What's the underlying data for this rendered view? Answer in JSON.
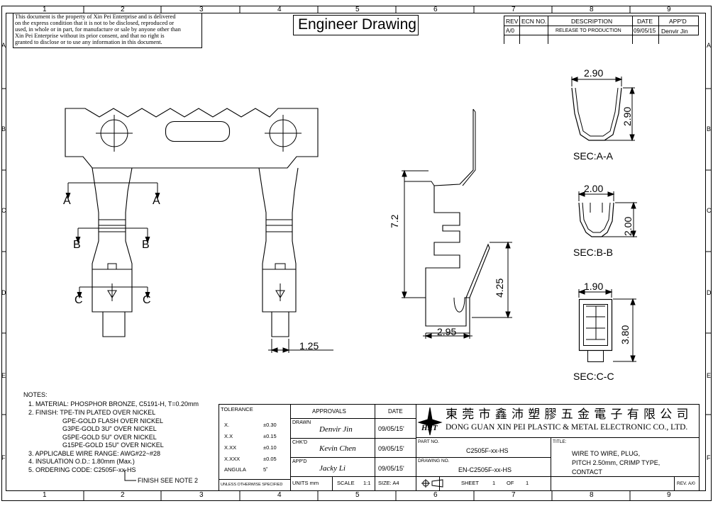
{
  "frame": {
    "col_top": [
      "1",
      "2",
      "3",
      "4",
      "5",
      "6",
      "7",
      "8",
      "9"
    ],
    "col_bottom": [
      "1",
      "2",
      "3",
      "4",
      "5",
      "6",
      "7",
      "8",
      "9"
    ],
    "rows_left": [
      "A",
      "B",
      "C",
      "D",
      "E",
      "F"
    ],
    "rows_right": [
      "A",
      "B",
      "C",
      "D",
      "E",
      "F"
    ]
  },
  "notice": {
    "lines": [
      "This document is the property of Xin Pei Enterprise and is delivered",
      "on the express condition that it is not to be disclosed, reproduced or",
      "used, in whole or in part, for manufacture or sale by anyone other than",
      "Xin Pei Enterprise without its prior consent, and that no right is",
      "granted to disclose or to use any information in this document."
    ]
  },
  "header": {
    "title": "Engineer Drawing"
  },
  "revision": {
    "headers": [
      "REV",
      "ECN NO.",
      "DESCRIPTION",
      "DATE",
      "APP'D"
    ],
    "row": [
      "A/0",
      "",
      "RELEASE TO PRODUCTION",
      "09/05/15",
      "Denvir Jin"
    ]
  },
  "views": {
    "front_labels": {
      "a1": "A",
      "a2": "A",
      "b1": "B",
      "b2": "B",
      "c1": "C",
      "c2": "C"
    },
    "dims": {
      "width_bottom": "1.25",
      "height_side": "7.2",
      "height_tab": "4.25",
      "width_side": "2.95"
    },
    "sections": [
      {
        "label": "SEC:A-A",
        "w": "2.90",
        "h": "2.90"
      },
      {
        "label": "SEC:B-B",
        "w": "2.00",
        "h": "2.00"
      },
      {
        "label": "SEC:C-C",
        "w": "1.90",
        "h": "3.80"
      }
    ]
  },
  "notes": {
    "heading": "NOTES:",
    "lines": [
      "1. MATERIAL: PHOSPHOR BRONZE, C5191-H, T=0.20mm",
      "2. FINISH: TPE-TIN PLATED OVER NICKEL",
      "GPE-GOLD FLASH OVER NICKEL",
      "G3PE-GOLD 3U\" OVER NICKEL",
      "G5PE-GOLD 5U\" OVER NICKEL",
      "G15PE-GOLD 15U\" OVER NICKEL",
      "3. APPLICABLE WIRE RANGE: AWG#22~#28",
      "4. INSULATION O.D.: 1.80mm (Max.)",
      "5. ORDERING CODE: C2505F-xx-HS"
    ],
    "finish_note": "FINISH SEE NOTE 2"
  },
  "tolerance": {
    "heading": "TOLERANCE",
    "rows": [
      [
        "X.",
        "±0.30"
      ],
      [
        "X.X",
        "±0.15"
      ],
      [
        "X.XX",
        "±0.10"
      ],
      [
        "X.XXX",
        "±0.05"
      ],
      [
        "ANGULA",
        "5˚"
      ]
    ],
    "footer": "UNLESS OTHERWISE SPECIFIED"
  },
  "approvals": {
    "heading": "APPROVALS",
    "date_heading": "DATE",
    "rows": [
      {
        "role": "DRAWN",
        "name": "Denvir Jin",
        "date": "09/05/15'"
      },
      {
        "role": "CHK'D",
        "name": "Kevin Chen",
        "date": "09/05/15'"
      },
      {
        "role": "APP'D",
        "name": "Jacky Li",
        "date": "09/05/15'"
      }
    ],
    "units": "UNITS mm",
    "scale_label": "SCALE",
    "scale": "1:1",
    "size": "SIZE: A4"
  },
  "company": {
    "logo": "HXT",
    "cn": "東 莞 市 鑫 沛 塑 膠 五 金 電 子 有 限 公 司",
    "en": "DONG GUAN XIN PEI PLASTIC & METAL ELECTRONIC CO., LTD."
  },
  "part": {
    "part_no_label": "PART NO.",
    "part_no": "C2505F-xx-HS",
    "drawing_no_label": "DRAWING NO.",
    "drawing_no": "EN-C2505F-xx-HS",
    "title_label": "TITLE:",
    "title_lines": [
      "WIRE TO WIRE, PLUG,",
      "PITCH 2.50mm, CRIMP TYPE,",
      "CONTACT"
    ],
    "sheet_label": "SHEET",
    "sheet": "1",
    "of_label": "OF",
    "of": "1",
    "rev": "REV. A/0"
  }
}
